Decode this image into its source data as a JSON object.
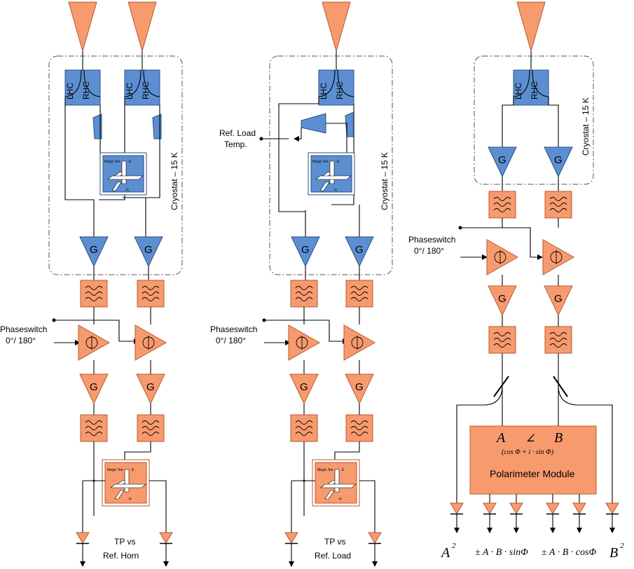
{
  "labels": {
    "lhc": "LHC",
    "rhc": "RHC",
    "cryostat": "Cryostat – 15 K",
    "magic_tee": "Magic Tee",
    "tee_e": "E",
    "tee_h": "H",
    "gain": "G",
    "phaseswitch_line1": "Phaseswitch",
    "phaseswitch_line2": "0°/ 180°",
    "ref_load_line1": "Ref. Load",
    "ref_load_line2": "Temp.",
    "tp_line1": "TP vs",
    "ref_horn": "Ref. Horn",
    "ref_load": "Ref. Load",
    "polarimeter_module": "Polarimeter Module",
    "module_a": "A",
    "module_angle": "∠",
    "module_b": "B",
    "module_formula": "(cos Φ + i · sin Φ)",
    "out_a2": "A",
    "out_a2_exp": "2",
    "out_sin": "± A · B · sinΦ",
    "out_cos": "± A · B · cosΦ",
    "out_b2": "B",
    "out_b2_exp": "2"
  },
  "colors": {
    "orange_fill": "#f79a6e",
    "blue_fill": "#5b8fd1"
  },
  "icons": [
    "horn-antenna-icon",
    "polarizer-icon",
    "magic-tee-icon",
    "amplifier-icon",
    "filter-icon",
    "phase-switch-icon",
    "detector-diode-icon",
    "power-splitter-icon"
  ]
}
